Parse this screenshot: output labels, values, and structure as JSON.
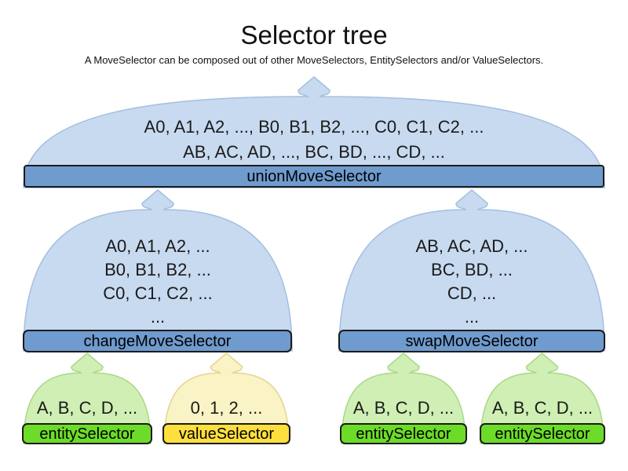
{
  "title": "Selector tree",
  "subtitle": "A MoveSelector can be composed out of other MoveSelectors, EntitySelectors and/or ValueSelectors.",
  "colors": {
    "blue_fill": "#c8daf0",
    "blue_stroke": "#a4bfdf",
    "blue_bar": "#6f9bce",
    "green_fill": "#cfefb4",
    "green_stroke": "#a9d788",
    "green_bar": "#6ddc29",
    "yellow_fill": "#faf3c5",
    "yellow_stroke": "#e3d490",
    "yellow_bar": "#ffdf3e",
    "bar_border": "#1b1b1b",
    "text": "#000000"
  },
  "nodes": {
    "union": {
      "label": "unionMoveSelector",
      "lines": [
        "A0, A1, A2, ..., B0, B1, B2, ..., C0, C1, C2, ...",
        "AB, AC, AD, ..., BC, BD, ..., CD, ..."
      ]
    },
    "change": {
      "label": "changeMoveSelector",
      "lines": [
        "A0, A1, A2, ...",
        "B0, B1, B2, ...",
        "C0, C1, C2, ...",
        "..."
      ]
    },
    "swap": {
      "label": "swapMoveSelector",
      "lines": [
        "AB, AC, AD, ...",
        "BC, BD, ...",
        "CD, ...",
        "..."
      ]
    },
    "entity_left": {
      "label": "entitySelector",
      "line": "A, B, C, D, ..."
    },
    "value_left": {
      "label": "valueSelector",
      "line": "0, 1, 2, ..."
    },
    "entity_mid": {
      "label": "entitySelector",
      "line": "A, B, C, D, ..."
    },
    "entity_right": {
      "label": "entitySelector",
      "line": "A, B, C, D, ..."
    }
  }
}
